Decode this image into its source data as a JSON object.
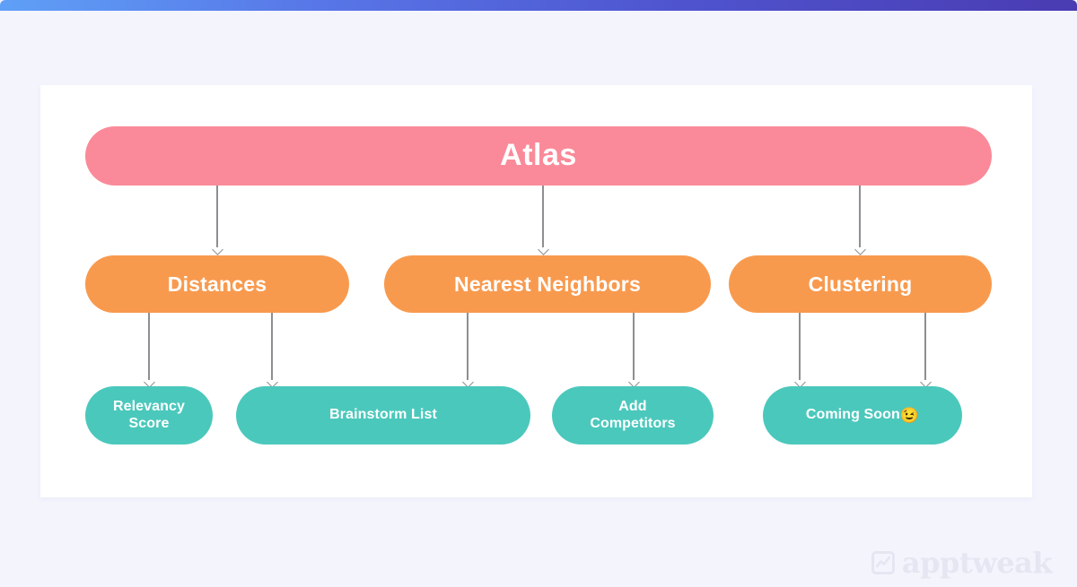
{
  "theme": {
    "page_background": "#F4F4FD",
    "card_background": "#FFFFFF",
    "topbar_gradient_start": "#5FA0F7",
    "topbar_gradient_end": "#4A3BB2",
    "root_color": "#FA8A99",
    "branch_color": "#F89A4E",
    "leaf_color": "#4BC8BC",
    "connector_color": "#8E8E93",
    "logo_color": "#E6E6F2"
  },
  "chart_data": {
    "type": "diagram",
    "diagram_kind": "hierarchy-tree",
    "title": "Atlas",
    "levels": 3,
    "nodes": [
      {
        "id": "atlas",
        "label": "Atlas",
        "level": 0,
        "color": "#FA8A99"
      },
      {
        "id": "distances",
        "label": "Distances",
        "level": 1,
        "color": "#F89A4E"
      },
      {
        "id": "nearest-neighbors",
        "label": "Nearest Neighbors",
        "level": 1,
        "color": "#F89A4E"
      },
      {
        "id": "clustering",
        "label": "Clustering",
        "level": 1,
        "color": "#F89A4E"
      },
      {
        "id": "relevancy-score",
        "label": "Relevancy\nScore",
        "level": 2,
        "color": "#4BC8BC"
      },
      {
        "id": "brainstorm-list",
        "label": "Brainstorm List",
        "level": 2,
        "color": "#4BC8BC"
      },
      {
        "id": "add-competitors",
        "label": "Add\nCompetitors",
        "level": 2,
        "color": "#4BC8BC"
      },
      {
        "id": "coming-soon",
        "label": "Coming Soon 😉",
        "level": 2,
        "color": "#4BC8BC"
      }
    ],
    "edges": [
      {
        "from": "atlas",
        "to": "distances"
      },
      {
        "from": "atlas",
        "to": "nearest-neighbors"
      },
      {
        "from": "atlas",
        "to": "clustering"
      },
      {
        "from": "distances",
        "to": "relevancy-score"
      },
      {
        "from": "distances",
        "to": "brainstorm-list"
      },
      {
        "from": "nearest-neighbors",
        "to": "brainstorm-list"
      },
      {
        "from": "nearest-neighbors",
        "to": "add-competitors"
      },
      {
        "from": "clustering",
        "to": "coming-soon"
      },
      {
        "from": "clustering",
        "to": "coming-soon"
      }
    ]
  },
  "root": {
    "label": "Atlas"
  },
  "branches": [
    {
      "label": "Distances"
    },
    {
      "label": "Nearest Neighbors"
    },
    {
      "label": "Clustering"
    }
  ],
  "leaves": [
    {
      "label": "Relevancy\nScore"
    },
    {
      "label": "Brainstorm List"
    },
    {
      "label": "Add\nCompetitors"
    },
    {
      "label": "Coming Soon ",
      "emoji": "😉"
    }
  ],
  "logo": {
    "text": "apptweak"
  }
}
